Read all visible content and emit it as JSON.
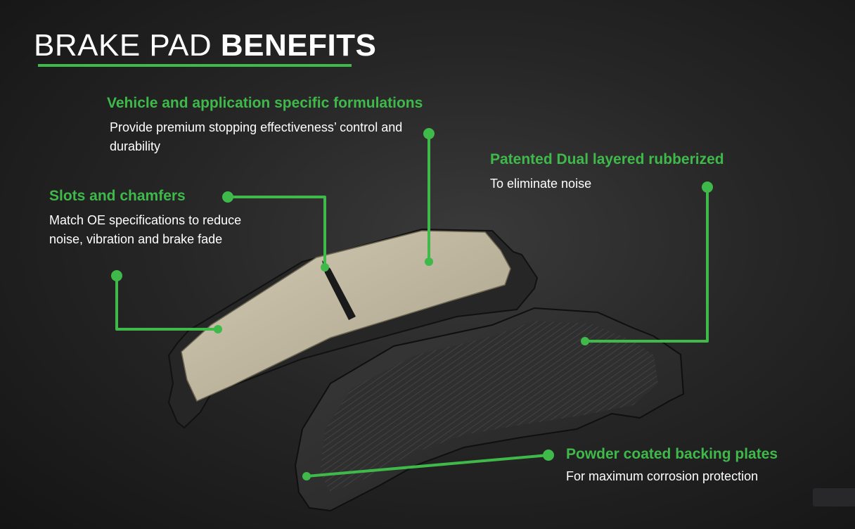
{
  "title": {
    "light": "BRAKE PAD ",
    "bold": "BENEFITS"
  },
  "features": {
    "formulations": {
      "heading": "Vehicle and application specific formulations",
      "desc": "Provide premium stopping effectiveness’ control and durability"
    },
    "shims": {
      "heading": "Patented Dual layered rubberized",
      "desc": "To eliminate noise"
    },
    "slots": {
      "heading": "Slots and chamfers",
      "desc": "Match OE specifications to reduce noise, vibration and brake fade"
    },
    "backing": {
      "heading": "Powder coated backing plates",
      "desc": "For maximum corrosion protection"
    }
  },
  "colors": {
    "accent": "#3fb94a",
    "background": "#1c1c1c",
    "text": "#ffffff",
    "pad_friction": "#c9c1a8",
    "plate": "#2d2d2d"
  },
  "icons": [
    "callout-dot",
    "callout-line"
  ]
}
